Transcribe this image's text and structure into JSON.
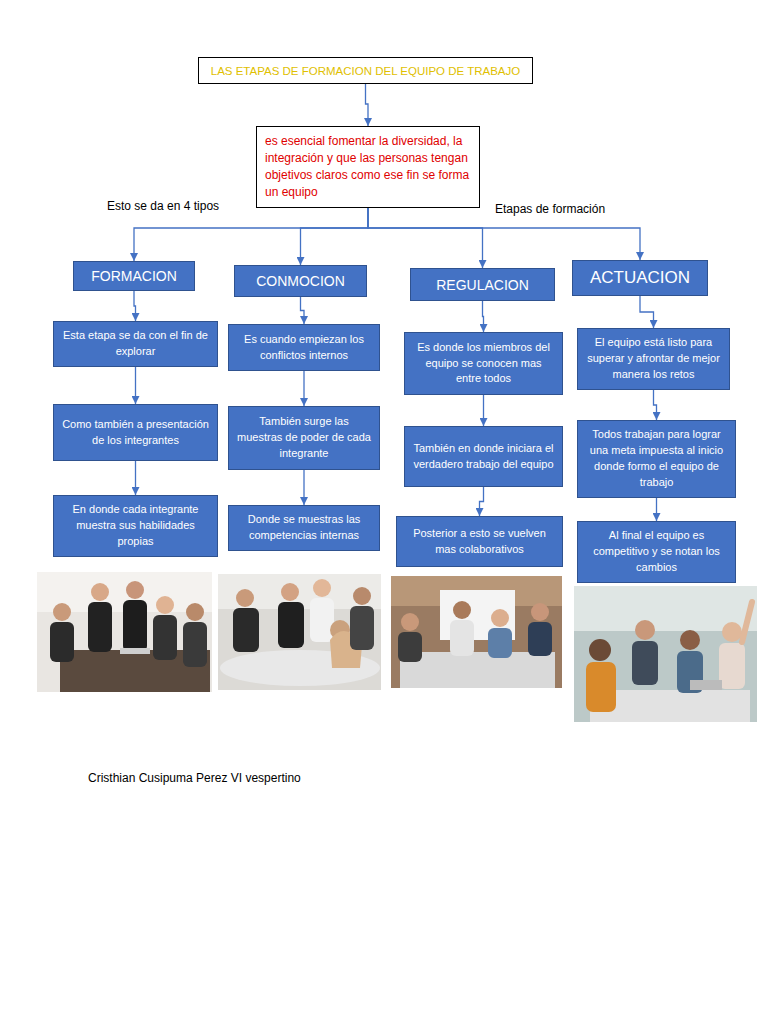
{
  "diagram": {
    "nodes": [
      {
        "text": [
          "LAS ETAPAS DE FORMACION DEL EQUIPO DE TRABAJO"
        ]
      },
      {
        "text": [
          "es esencial fomentar la diversidad, la integración y que las personas tengan objetivos claros como ese fin se forma un equipo"
        ]
      },
      {
        "text": [
          "FORMACION"
        ]
      },
      {
        "text": [
          "CONMOCION"
        ]
      },
      {
        "text": [
          "REGULACION"
        ]
      },
      {
        "text": [
          "ACTUACION"
        ]
      },
      {
        "text": [
          "Esta etapa se da con el fin de explorar"
        ]
      },
      {
        "text": [
          "Como también a presentación de los integrantes"
        ]
      },
      {
        "text": [
          "En donde cada integrante muestra sus habilidades propias"
        ]
      },
      {
        "text": [
          "Es cuando empiezan los conflictos internos"
        ]
      },
      {
        "text": [
          "También surge las muestras de poder de cada integrante"
        ]
      },
      {
        "text": [
          "Donde se muestras las competencias internas"
        ]
      },
      {
        "text": [
          "Es donde los miembros del equipo se conocen mas entre todos"
        ]
      },
      {
        "text": [
          "También en donde iniciara el verdadero trabajo del equipo"
        ]
      },
      {
        "text": [
          "Posterior a esto se vuelven mas colaborativos"
        ]
      },
      {
        "text": [
          "El equipo está listo para superar y afrontar de mejor manera los retos"
        ]
      },
      {
        "text": [
          "Todos trabajan para lograr una meta impuesta al inicio donde formo el equipo de trabajo"
        ]
      },
      {
        "text": [
          "Al final el equipo es competitivo y se notan los cambios"
        ]
      }
    ],
    "edges": [
      {
        "from": 0,
        "to": 1,
        "arrow": "to"
      },
      {
        "from": 1,
        "to": 2,
        "arrow": "to"
      },
      {
        "from": 1,
        "to": 3,
        "arrow": "to"
      },
      {
        "from": 1,
        "to": 4,
        "arrow": "to"
      },
      {
        "from": 1,
        "to": 5,
        "arrow": "to"
      },
      {
        "from": 2,
        "to": 6,
        "arrow": "to"
      },
      {
        "from": 6,
        "to": 7,
        "arrow": "to"
      },
      {
        "from": 7,
        "to": 8,
        "arrow": "to"
      },
      {
        "from": 3,
        "to": 9,
        "arrow": "to"
      },
      {
        "from": 9,
        "to": 10,
        "arrow": "to"
      },
      {
        "from": 10,
        "to": 11,
        "arrow": "to"
      },
      {
        "from": 4,
        "to": 12,
        "arrow": "to"
      },
      {
        "from": 12,
        "to": 13,
        "arrow": "to"
      },
      {
        "from": 13,
        "to": 14,
        "arrow": "to"
      },
      {
        "from": 5,
        "to": 15,
        "arrow": "to"
      },
      {
        "from": 15,
        "to": 16,
        "arrow": "to"
      },
      {
        "from": 16,
        "to": 17,
        "arrow": "to"
      }
    ],
    "labels": [
      "Esto se da en 4 tipos",
      "Etapas de formación",
      "Cristhian Cusipuma Perez VI vespertino"
    ]
  }
}
